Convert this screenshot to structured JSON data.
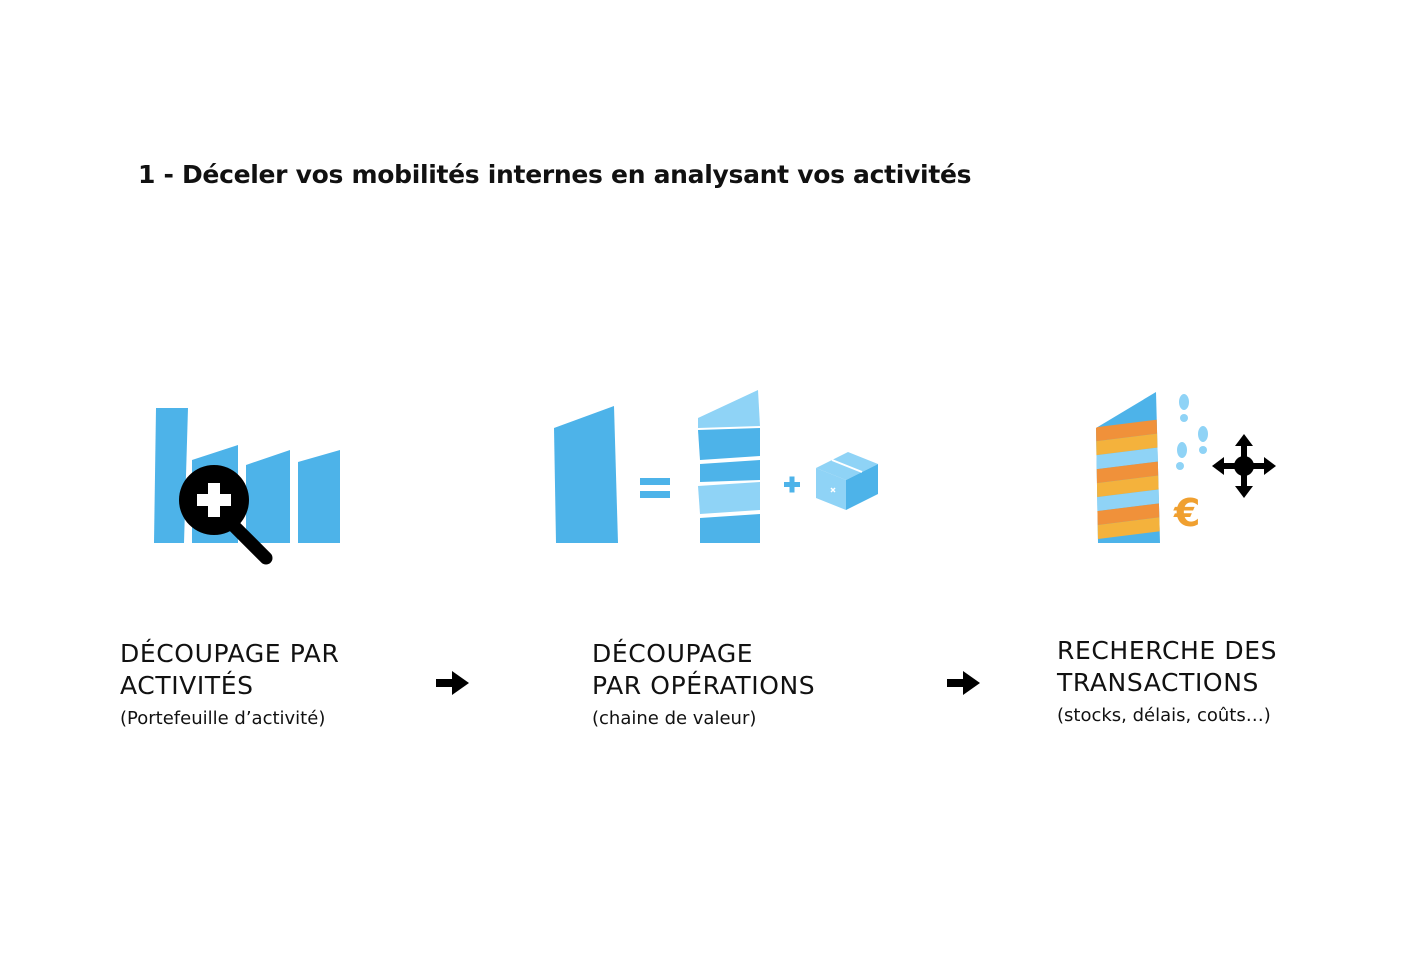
{
  "title": "1 - Déceler vos mobilités internes en analysant vos activités",
  "colors": {
    "blue": "#4db3e9",
    "light_blue": "#8fd3f6",
    "orange": "#f0913a",
    "yellow_orange": "#f4b23c",
    "euro": "#f0a030",
    "black": "#000000"
  },
  "steps": [
    {
      "line1": "DÉCOUPAGE PAR",
      "line2": "ACTIVITÉS",
      "sub": "(Portefeuille d’activité)",
      "icon": "factory-magnifier-icon"
    },
    {
      "line1": "DÉCOUPAGE",
      "line2": "PAR OPÉRATIONS",
      "sub": "(chaine de valeur)",
      "icon": "building-equals-floors-plus-box-icon"
    },
    {
      "line1": "RECHERCHE DES",
      "line2": "TRANSACTIONS",
      "sub": "(stocks, délais, coûts…)",
      "icon": "striped-building-footsteps-euro-move-icon"
    }
  ],
  "flow_arrows": [
    "arrow-right-icon",
    "arrow-right-icon"
  ]
}
